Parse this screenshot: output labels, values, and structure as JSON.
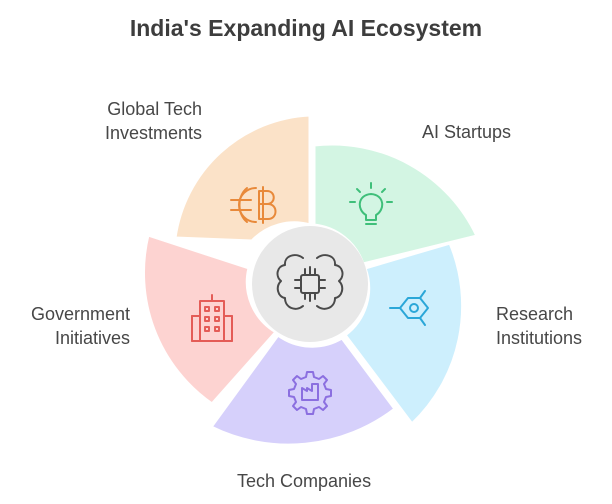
{
  "title": "India's Expanding AI Ecosystem",
  "segments": [
    {
      "id": "global-tech",
      "label_lines": [
        "Global Tech",
        "Investments"
      ],
      "fill": "#fbe2c8",
      "stroke": "#e8893a",
      "icon": "globe-baht-icon"
    },
    {
      "id": "ai-startups",
      "label_lines": [
        "AI Startups"
      ],
      "fill": "#d3f5e3",
      "stroke": "#3fbf7a",
      "icon": "lightbulb-icon"
    },
    {
      "id": "research",
      "label_lines": [
        "Research",
        "Institutions"
      ],
      "fill": "#cdeffd",
      "stroke": "#2ba7d8",
      "icon": "molecule-icon"
    },
    {
      "id": "tech-companies",
      "label_lines": [
        "Tech Companies"
      ],
      "fill": "#d6d0fb",
      "stroke": "#8b6fe0",
      "icon": "factory-gear-icon"
    },
    {
      "id": "government",
      "label_lines": [
        "Government",
        "Initiatives"
      ],
      "fill": "#fdd3d1",
      "stroke": "#e45c57",
      "icon": "government-building-icon"
    }
  ],
  "center": {
    "fill": "#e8e8e8",
    "stroke": "#4a4a4a",
    "icon": "brain-chip-icon"
  }
}
